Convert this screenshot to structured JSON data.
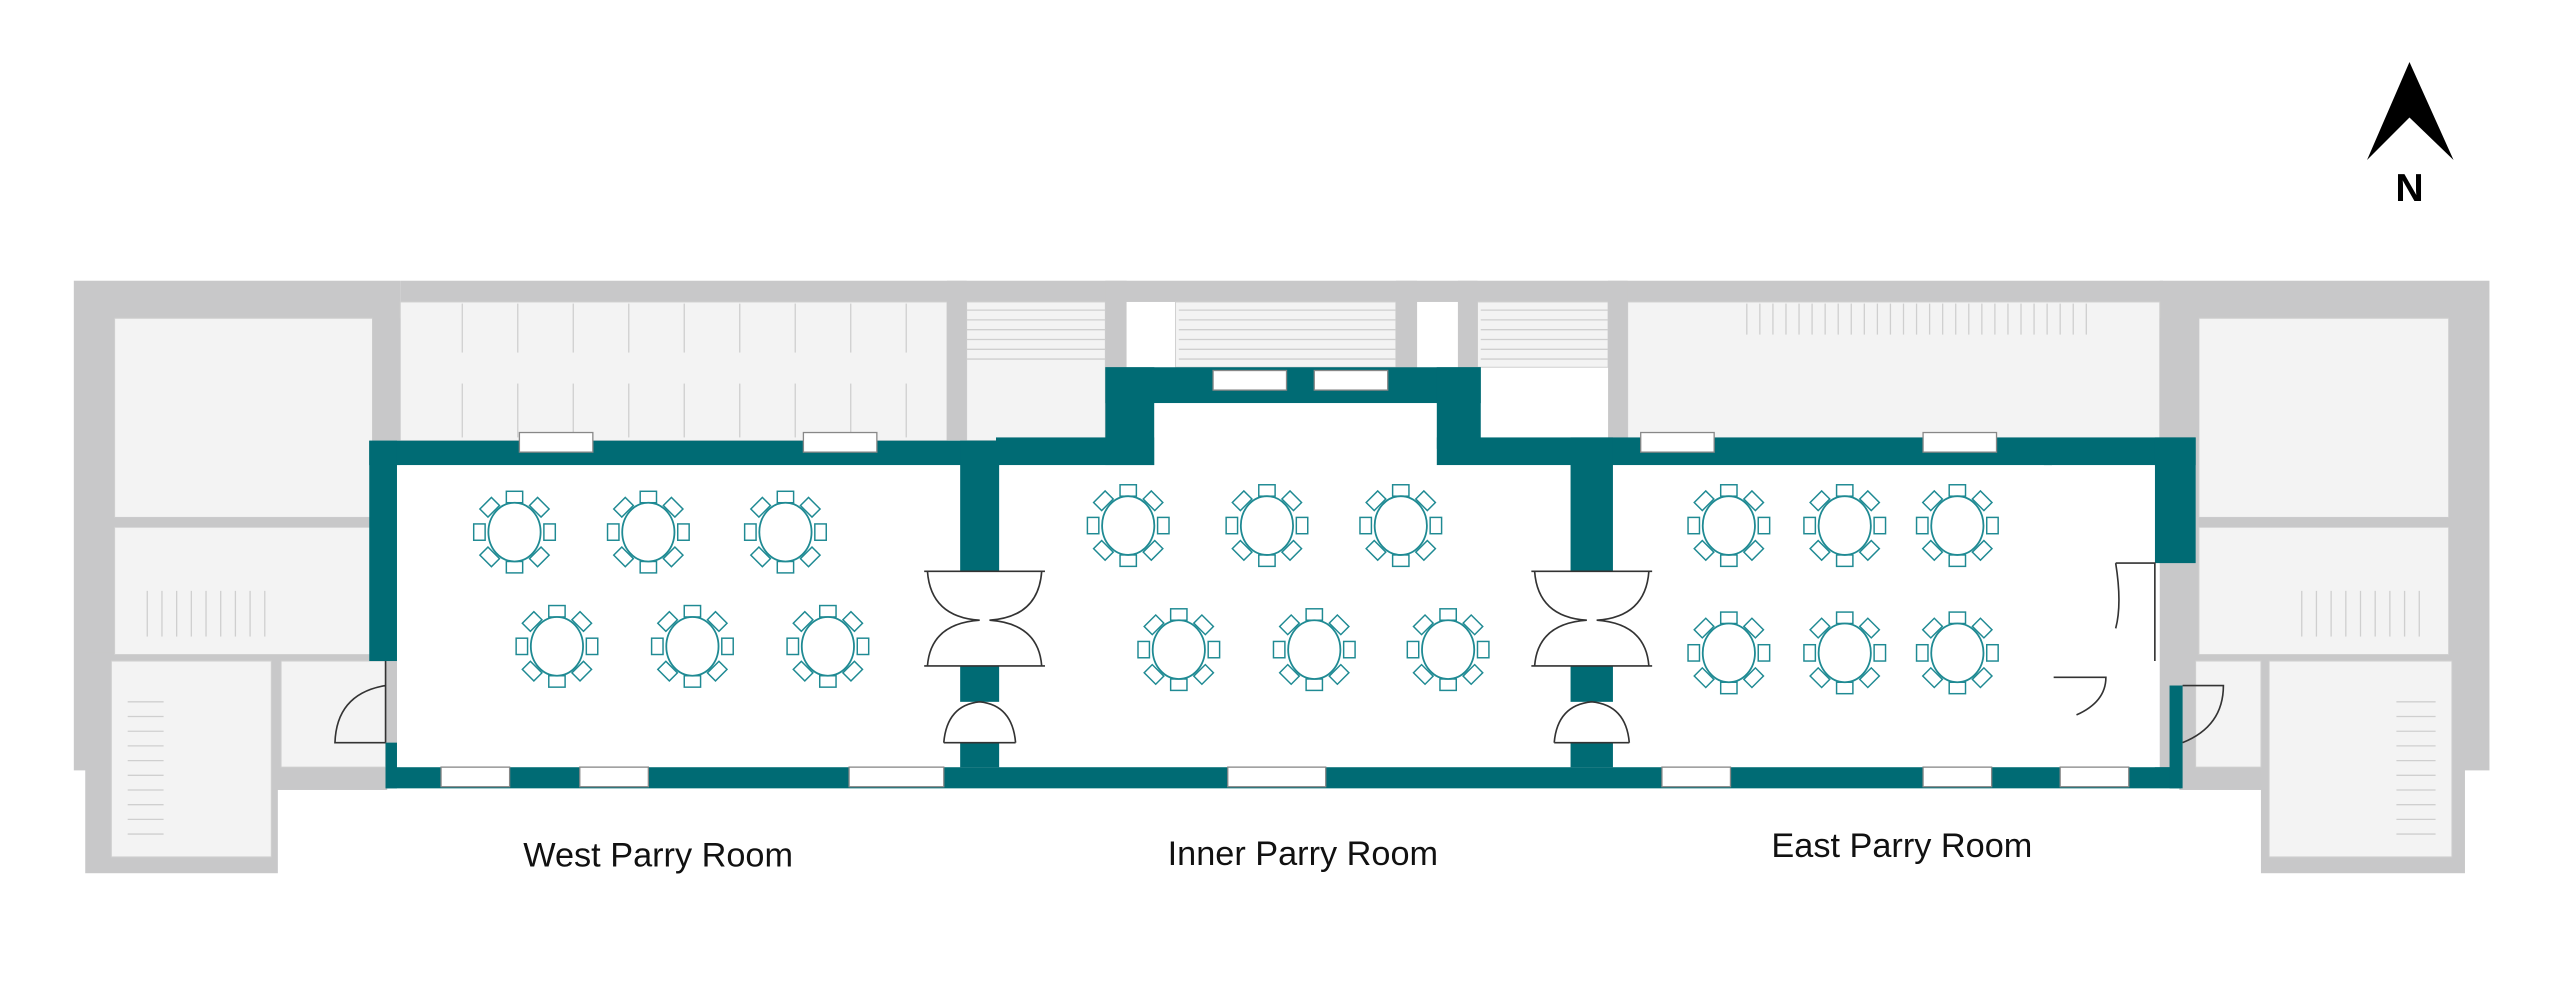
{
  "compass": {
    "label": "N"
  },
  "rooms": [
    {
      "name": "West Parry Room"
    },
    {
      "name": "Inner Parry Room"
    },
    {
      "name": "East Parry Room"
    }
  ],
  "colors": {
    "wall_highlight": "#006b74",
    "context_wall": "#c8c8c9",
    "context_floor": "#f3f3f3",
    "furniture": "#1f8a93"
  }
}
